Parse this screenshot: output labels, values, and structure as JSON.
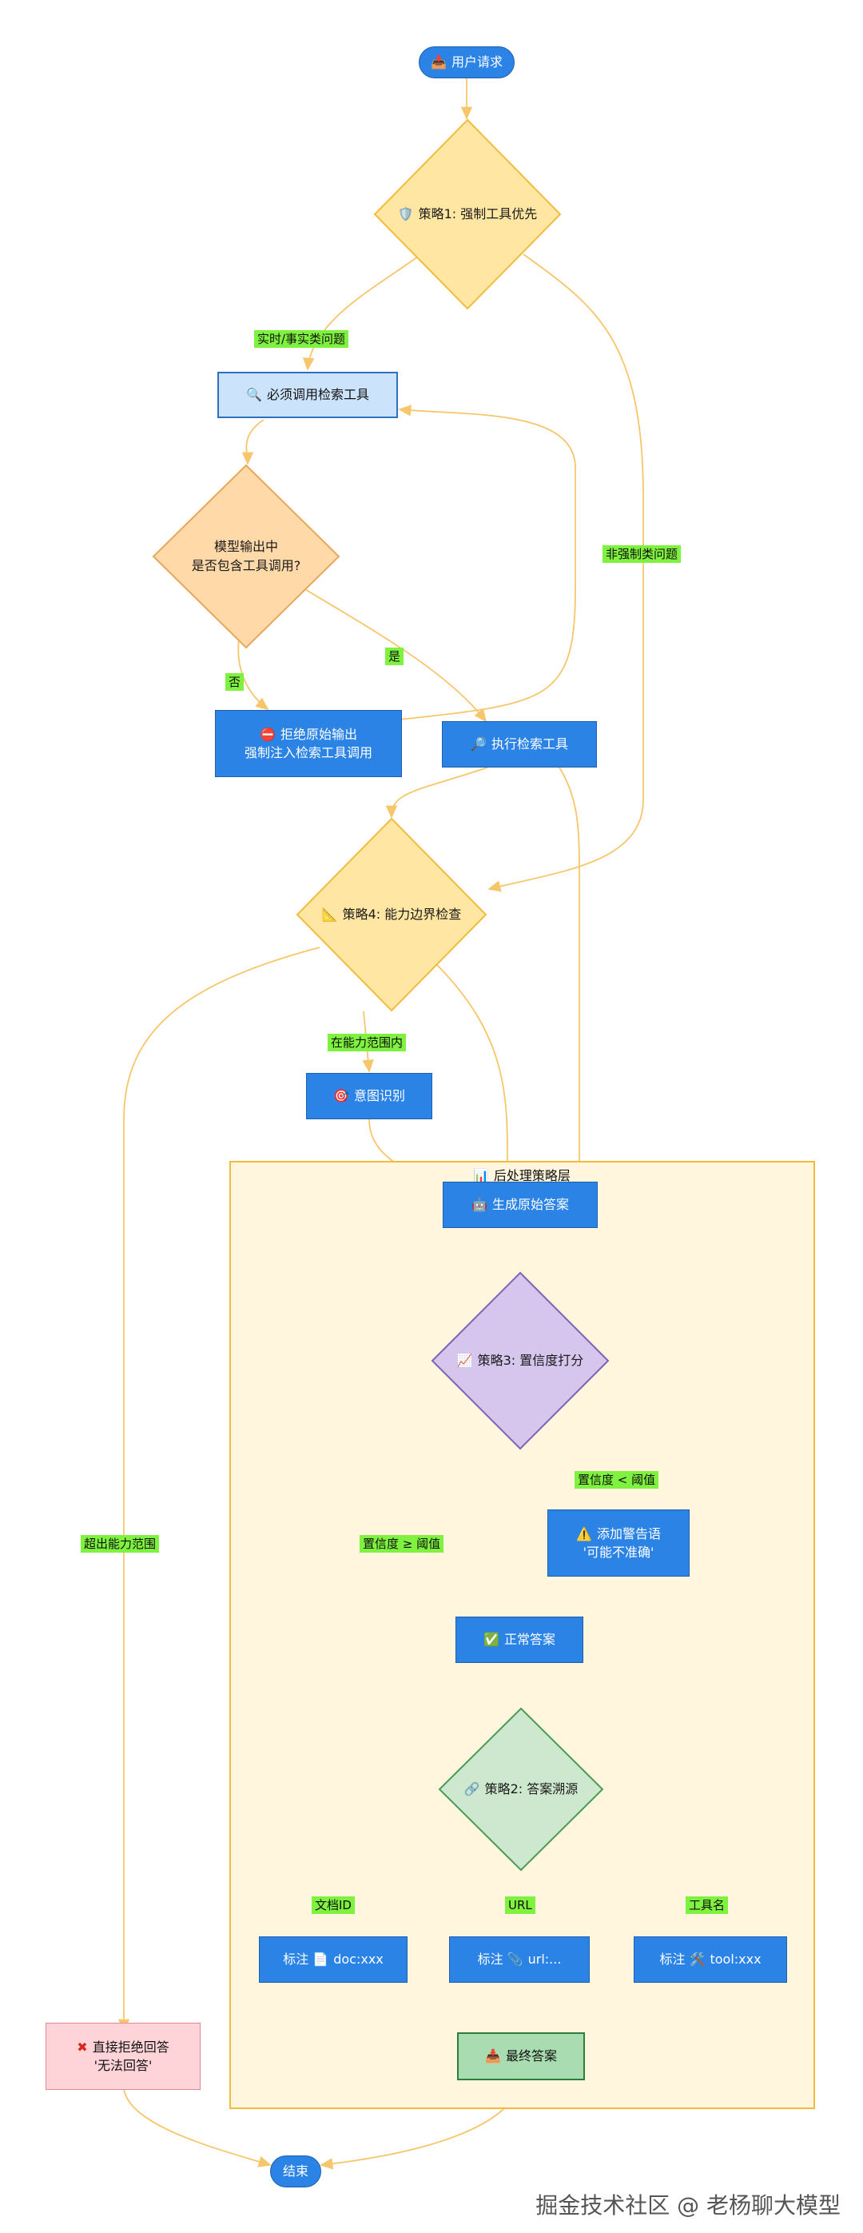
{
  "nodes": {
    "start": {
      "icon": "inbox-tray",
      "text": "用户请求"
    },
    "policy1": {
      "icon": "shield",
      "text": "策略1: 强制工具优先"
    },
    "must_search": {
      "icon": "magnifier",
      "text": "必须调用检索工具"
    },
    "model_check": {
      "line1": "模型输出中",
      "line2": "是否包含工具调用?"
    },
    "reject_raw": {
      "icon": "no-entry",
      "line1": "拒绝原始输出",
      "line2": "强制注入检索工具调用"
    },
    "exec_search": {
      "icon": "magnifier",
      "text": "执行检索工具"
    },
    "policy4": {
      "icon": "triangle-ruler",
      "text": "策略4: 能力边界检查"
    },
    "intent": {
      "icon": "target",
      "text": "意图识别"
    },
    "gen_raw": {
      "icon": "robot",
      "text": "生成原始答案"
    },
    "policy3": {
      "icon": "chart",
      "text": "策略3: 置信度打分"
    },
    "add_warning": {
      "icon": "warning",
      "line1": "添加警告语",
      "line2": "'可能不准确'"
    },
    "normal": {
      "icon": "check-box",
      "text": "正常答案"
    },
    "policy2": {
      "icon": "link",
      "text": "策略2: 答案溯源"
    },
    "mark_doc": {
      "prefix": "标注",
      "icon": "document",
      "text": "doc:xxx"
    },
    "mark_url": {
      "prefix": "标注",
      "icon": "paperclip",
      "text": "url:..."
    },
    "mark_tool": {
      "prefix": "标注",
      "icon": "tools",
      "text": "tool:xxx"
    },
    "final": {
      "icon": "inbox-tray",
      "text": "最终答案"
    },
    "reject_direct": {
      "icon": "cross-mark",
      "line1": "直接拒绝回答",
      "line2": "'无法回答'"
    },
    "end": {
      "text": "结束"
    }
  },
  "cluster": {
    "icon": "bar-chart",
    "title": "后处理策略层"
  },
  "edge_labels": {
    "realtime": "实时/事实类问题",
    "non_forced": "非强制类问题",
    "no": "否",
    "yes": "是",
    "in_scope": "在能力范围内",
    "out_scope": "超出能力范围",
    "below": "置信度 < 阈值",
    "above": "置信度 ≥ 阈值",
    "docid": "文档ID",
    "url": "URL",
    "toolname": "工具名"
  },
  "watermark": "掘金技术社区 @ 老杨聊大模型",
  "colors": {
    "edge": "#f7c66b",
    "label_bg": "#7ef23f",
    "node_blue": "#2b83e6",
    "diamond_yellow": "#ffe7a3",
    "diamond_orange": "#ffd9a8",
    "diamond_purple": "#d6c5ec",
    "diamond_green": "#cde8cf",
    "cluster_bg": "#fff6dd",
    "cluster_border": "#f1bb3e"
  }
}
